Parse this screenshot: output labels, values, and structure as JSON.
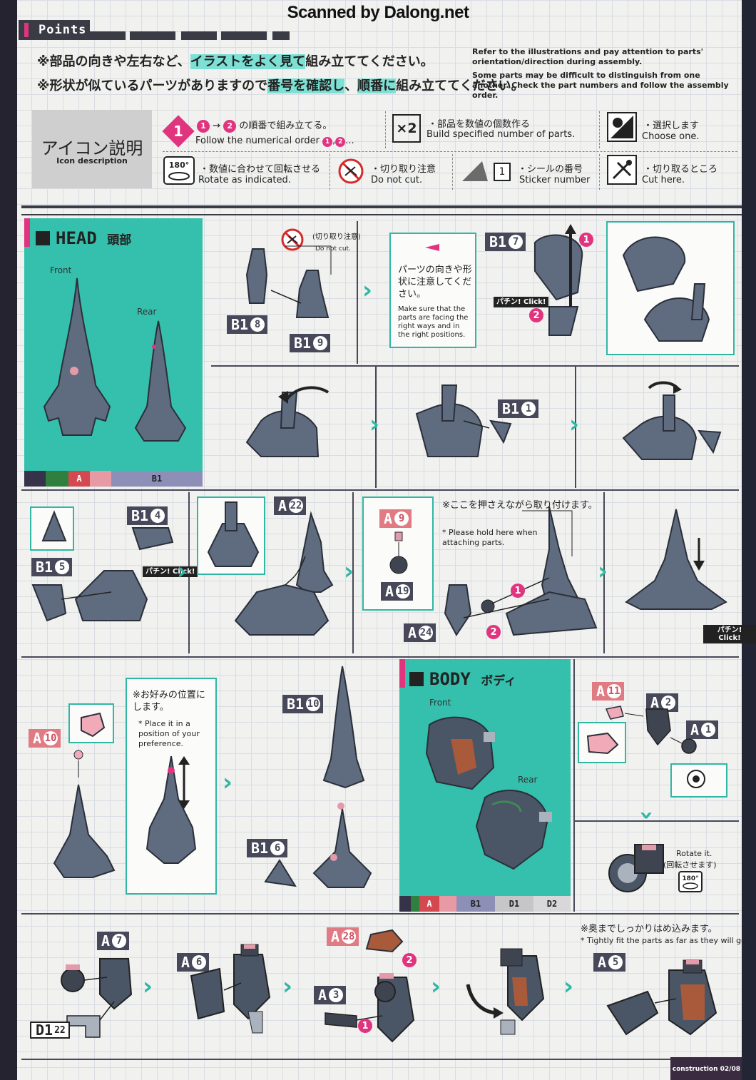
{
  "watermark": "Scanned by Dalong.net",
  "points": {
    "tab": "Points",
    "jp1_a": "※部品の向きや左右など、",
    "jp1_hl": "イラストをよく見て",
    "jp1_b": "組み立ててください。",
    "jp2_a": "※形状が似ているパーツがありますので",
    "jp2_hl1": "番号を確認し",
    "jp2_mid": "、",
    "jp2_hl2": "順番に",
    "jp2_b": "組み立ててください。",
    "en1": "Refer to the illustrations and pay attention to parts' orientation/direction during assembly.",
    "en2": "Some parts may be difficult to distinguish from one another. Check the part numbers and follow the assembly order."
  },
  "icons": {
    "title": "アイコン説明",
    "subtitle": "Icon description",
    "order_num": "1",
    "order_jp": "の順番で組み立てる。",
    "order_en": "Follow the numerical order",
    "order_en_tail": "...",
    "multi_num": "×2",
    "multi_jp": "・部品を数値の個数作る",
    "multi_en": "Build specified number of parts.",
    "choose_jp": "・選択します",
    "choose_en": "Choose one.",
    "rotate_deg": "180°",
    "rotate_jp": "・数値に合わせて回転させる",
    "rotate_en": "Rotate as indicated.",
    "nocut_jp": "・切り取り注意",
    "nocut_en": "Do not cut.",
    "sticker_num": "1",
    "sticker_jp": "・シールの番号",
    "sticker_en": "Sticker number",
    "cut_jp": "・切り取るところ",
    "cut_en": "Cut here."
  },
  "head": {
    "title": "HEAD",
    "title_jp": "頭部",
    "front": "Front",
    "rear": "Rear",
    "strip": [
      "A",
      "B1"
    ]
  },
  "step1": {
    "nocut_jp": "(切り取り注意)",
    "nocut_en": "Do not cut.",
    "b18_letter": "B1",
    "b18_num": "8",
    "b19_letter": "B1",
    "b19_num": "9"
  },
  "step2": {
    "note_jp": "パーツの向きや形状に注意してください。",
    "note_en": "Make sure that the parts are facing the right ways and in the right positions.",
    "b17_letter": "B1",
    "b17_num": "7",
    "click": "パチン! Click!"
  },
  "step4": {
    "b11_letter": "B1",
    "b11_num": "1"
  },
  "step6": {
    "b14_letter": "B1",
    "b14_num": "4",
    "b15_letter": "B1",
    "b15_num": "5",
    "click": "パチン! Click!"
  },
  "step7": {
    "a22_letter": "A",
    "a22_num": "22"
  },
  "step8": {
    "a9_letter": "A",
    "a9_num": "9",
    "a19_letter": "A",
    "a19_num": "19",
    "a24_letter": "A",
    "a24_num": "24",
    "note_jp": "※ここを押さえながら取り付けます。",
    "note_en": "* Please hold here when attaching parts."
  },
  "step9": {
    "click": "パチン! Click!"
  },
  "step10": {
    "a10_letter": "A",
    "a10_num": "10",
    "note_jp": "※お好みの位置にします。",
    "note_en": "* Place it in a position of your preference."
  },
  "step11": {
    "b110_letter": "B1",
    "b110_num": "10",
    "b16_letter": "B1",
    "b16_num": "6"
  },
  "body": {
    "title": "BODY",
    "title_jp": "ボディ",
    "front": "Front",
    "rear": "Rear",
    "strip": [
      "A",
      "B1",
      "D1",
      "D2"
    ]
  },
  "step12": {
    "a11_letter": "A",
    "a11_num": "11",
    "a2_letter": "A",
    "a2_num": "2",
    "a1_letter": "A",
    "a1_num": "1",
    "rotate_en": "Rotate it.",
    "rotate_jp": "(回転させます)",
    "rotate_deg": "180°"
  },
  "step13": {
    "a7_letter": "A",
    "a7_num": "7",
    "d1_letter": "D1",
    "d1_num": "22"
  },
  "step14": {
    "a6_letter": "A",
    "a6_num": "6"
  },
  "step15": {
    "a28_letter": "A",
    "a28_num": "28",
    "a3_letter": "A",
    "a3_num": "3"
  },
  "step17": {
    "a5_letter": "A",
    "a5_num": "5",
    "note_jp": "※奥までしっかりはめ込みます。",
    "note_en": "* Tightly fit the parts as far as they will go."
  },
  "footer": "construction 02/08",
  "colors": {
    "teal": "#34c0ad",
    "pink": "#e0347e",
    "dark": "#3a3b45",
    "part_gray": "#5f6b7e"
  }
}
